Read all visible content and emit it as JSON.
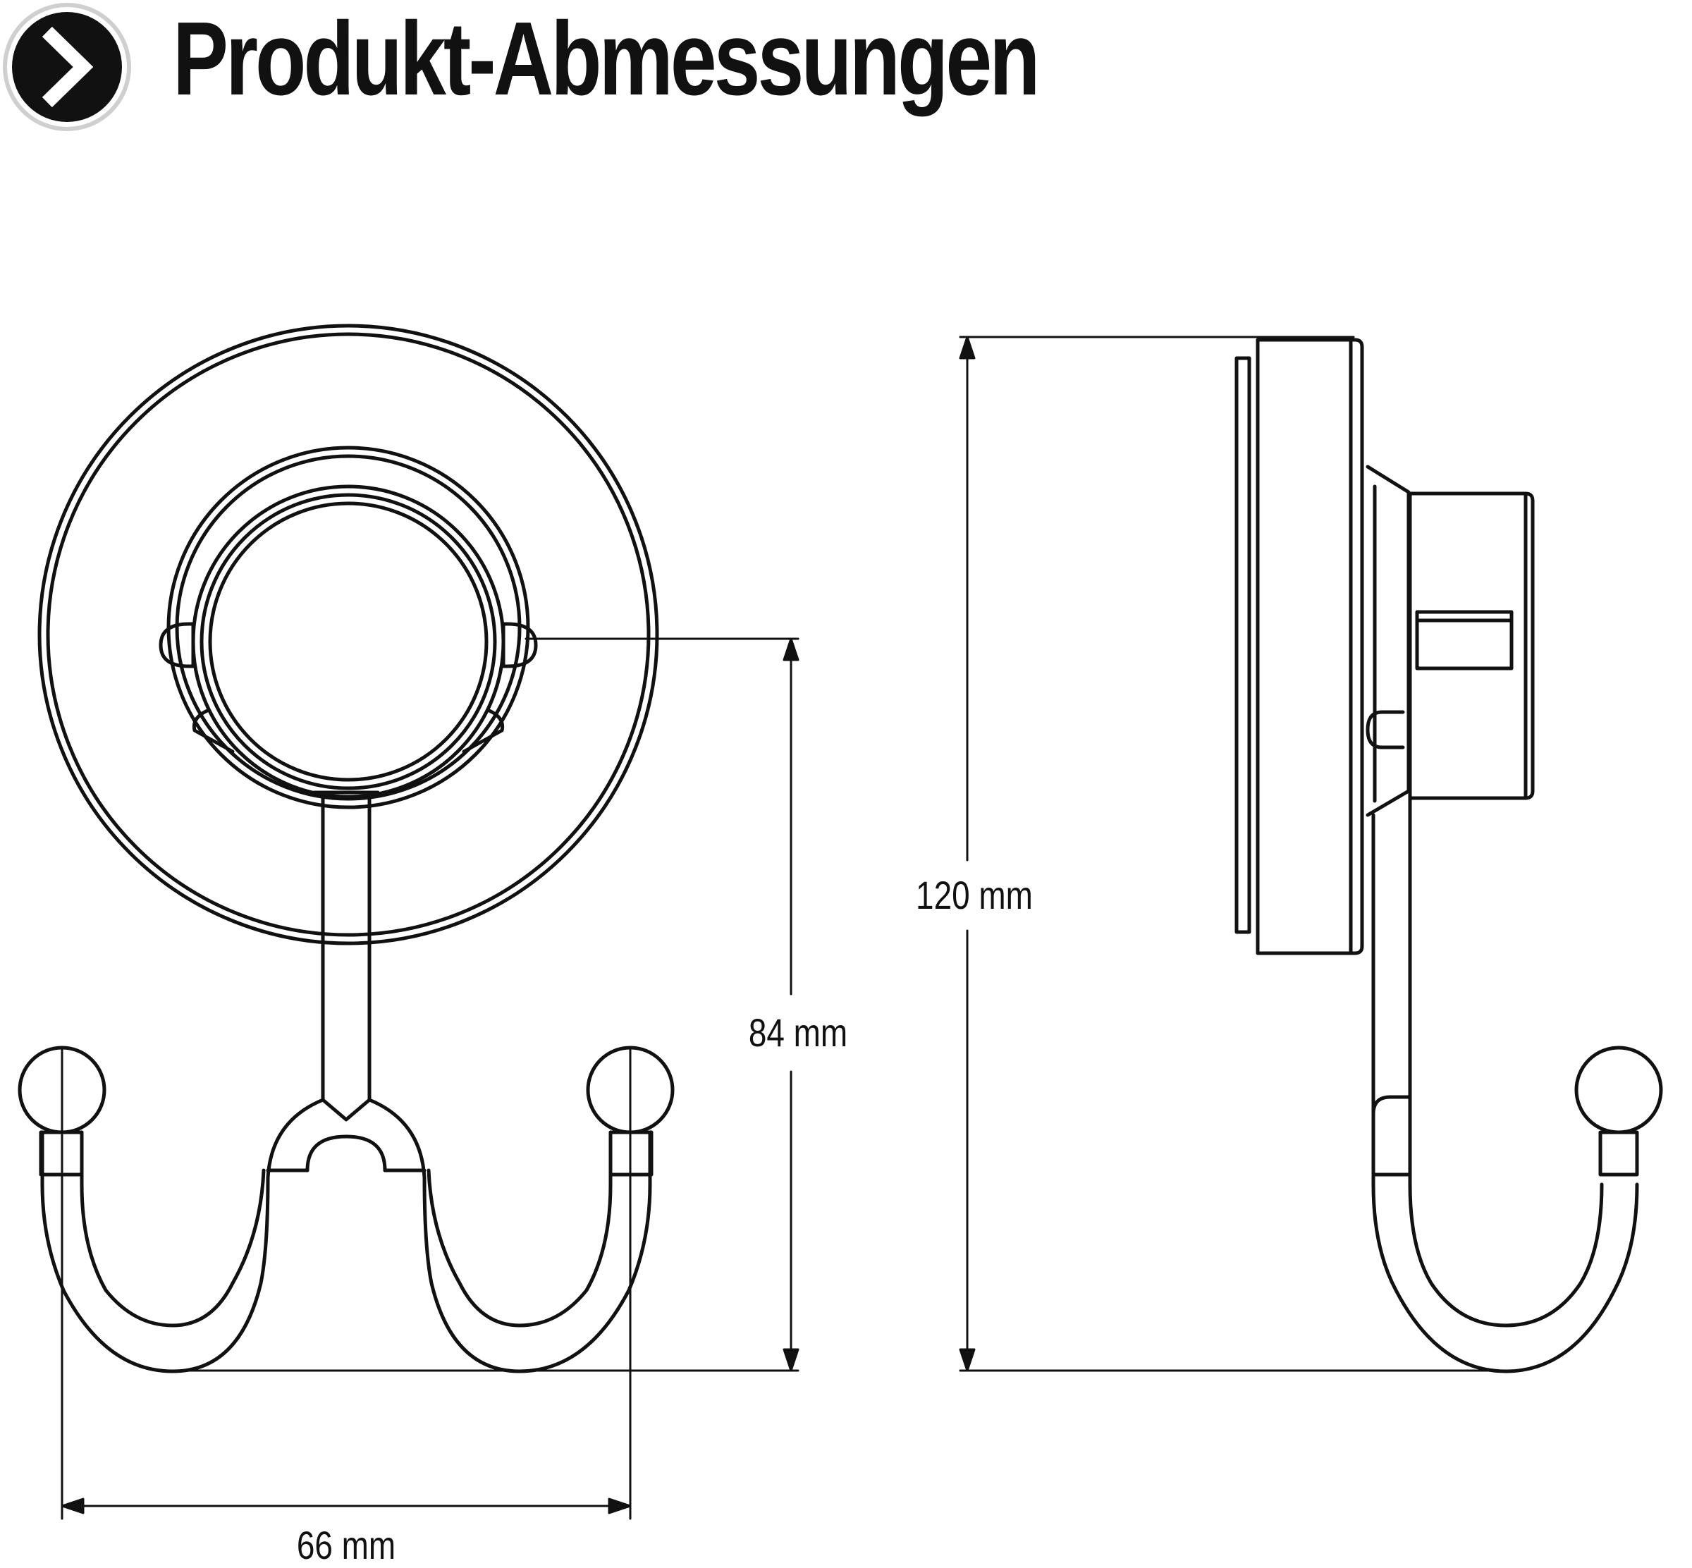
{
  "header": {
    "icon": "chevron-right-circle-icon",
    "title": "Produkt-Abmessungen"
  },
  "dimensions": {
    "depth_label": "84 mm",
    "height_label": "120 mm",
    "width_label": "66 mm"
  },
  "colors": {
    "line": "#111111",
    "background": "#ffffff"
  }
}
